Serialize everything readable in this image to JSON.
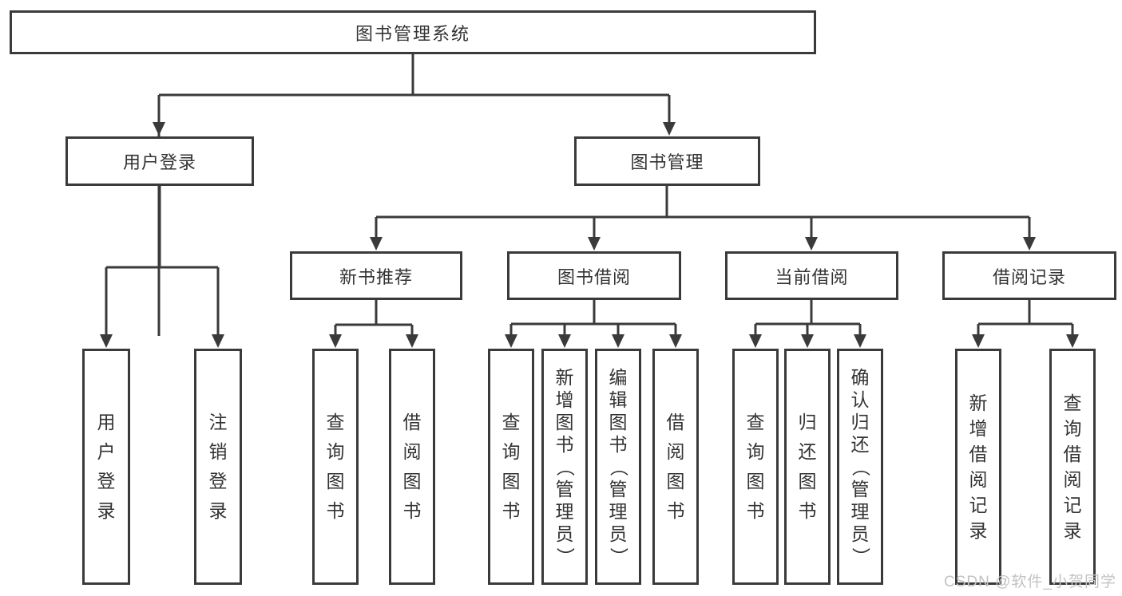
{
  "colors": {
    "line": "#3a3a3a",
    "text": "#333333",
    "watermark": "#c3c3c3",
    "background": "#ffffff"
  },
  "tree": {
    "root": "图书管理系统",
    "user_login": {
      "label": "用户登录",
      "children": [
        "用户登录",
        "注销登录"
      ]
    },
    "book_mgmt": {
      "label": "图书管理",
      "sections": {
        "new_books": {
          "label": "新书推荐",
          "children": [
            "查询图书",
            "借阅图书"
          ]
        },
        "borrow": {
          "label": "图书借阅",
          "children": [
            "查询图书",
            "新增图书（管理员）",
            "编辑图书（管理员）",
            "借阅图书"
          ]
        },
        "current": {
          "label": "当前借阅",
          "children": [
            "查询图书",
            "归还图书",
            "确认归还（管理员）"
          ]
        },
        "records": {
          "label": "借阅记录",
          "children": [
            "新增借阅记录",
            "查询借阅记录"
          ]
        }
      }
    }
  },
  "watermark": "CSDN @软件_小贺同学"
}
